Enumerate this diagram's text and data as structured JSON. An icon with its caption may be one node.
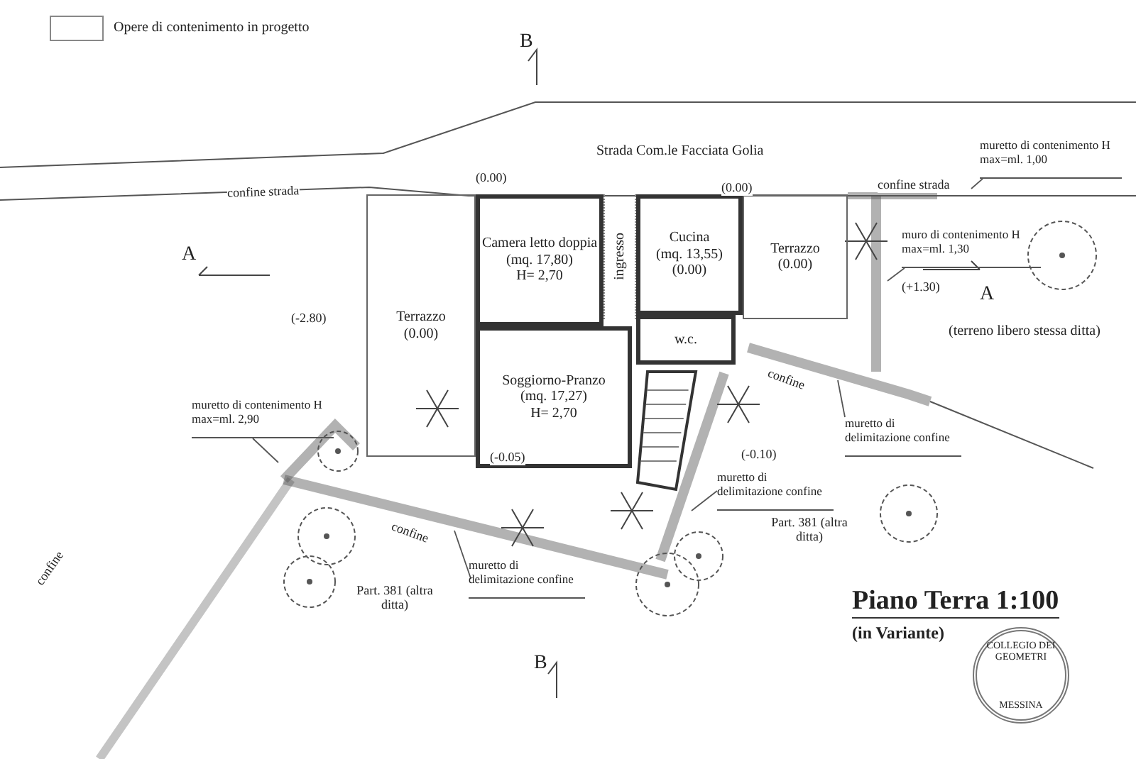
{
  "diagram": {
    "title": "Piano Terra 1:100",
    "caption": "(in Variante)",
    "nodes": [
      {
        "text": [
          "Terrazzo",
          "(0.00)"
        ]
      },
      {
        "text": [
          "Camera letto doppia",
          "(mq. 17,80)",
          "H= 2,70"
        ]
      },
      {
        "text": [
          "ingresso"
        ]
      },
      {
        "text": [
          "Cucina",
          "(mq. 13,55)",
          "(0.00)"
        ]
      },
      {
        "text": [
          "w.c."
        ]
      },
      {
        "text": [
          "Soggiorno-Pranzo",
          "(mq. 17,27)",
          "H= 2,70"
        ]
      },
      {
        "text": [
          "Terrazzo",
          "(0.00)"
        ]
      },
      {
        "text": [
          "muretto di contenimento H max=ml. 1,00"
        ]
      },
      {
        "text": [
          "muro di contenimento H max=ml. 1,30"
        ]
      },
      {
        "text": [
          "muretto di contenimento H max=ml. 2,90"
        ]
      },
      {
        "text": [
          "muretto di delimitazione confine"
        ]
      },
      {
        "text": [
          "muretto di delimitazione confine"
        ]
      },
      {
        "text": [
          "muretto di delimitazione confine"
        ]
      },
      {
        "text": [
          "COLLEGIO DEI GEOMETRI",
          "MESSINA"
        ]
      }
    ],
    "edges": [
      {
        "from": 7,
        "to": null,
        "arrow": "none"
      },
      {
        "from": 8,
        "to": null,
        "arrow": "none"
      },
      {
        "from": 9,
        "to": null,
        "arrow": "none"
      },
      {
        "from": 10,
        "to": null,
        "arrow": "none"
      },
      {
        "from": 11,
        "to": null,
        "arrow": "none"
      },
      {
        "from": 12,
        "to": null,
        "arrow": "none"
      }
    ],
    "labels": [
      "B",
      "Strada Com.le Facciata Golia",
      "(0.00)",
      "confine strada",
      "(0.00)",
      "confine strada",
      "A",
      "(+1.30)",
      "A",
      "(-2.80)",
      "(terreno libero stessa ditta)",
      "confine",
      "(-0.05)",
      "(-0.10)",
      "Part. 381 (altra ditta)",
      "confine",
      "confine",
      "Part. 381 (altra ditta)",
      "B"
    ],
    "legend": [
      {
        "text": "Opere di contenimento in progetto"
      }
    ]
  }
}
